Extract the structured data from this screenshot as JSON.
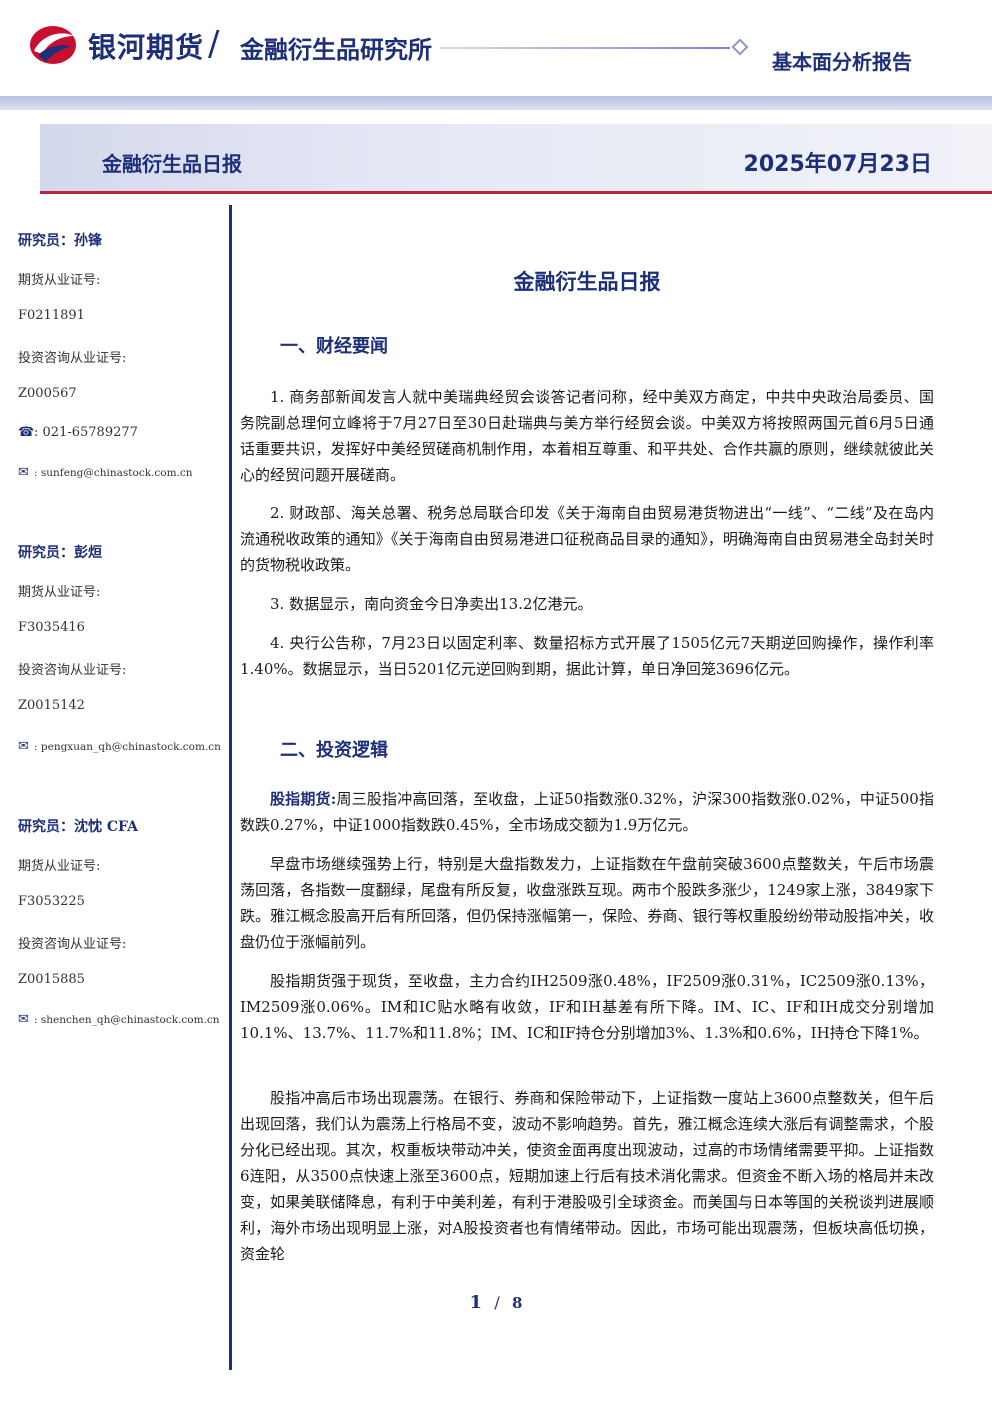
{
  "header": {
    "brand": "银河期货",
    "slash": "/",
    "institute": "金融衍生品研究所",
    "report_type": "基本面分析报告"
  },
  "banner": {
    "title": "金融衍生品日报",
    "date": "2025年07月23日"
  },
  "analysts": [
    {
      "name_label": "研究员：孙锋",
      "futures_cert_label": "期货从业证号:",
      "futures_cert": "F0211891",
      "invest_cert_label": "投资咨询从业证号:",
      "invest_cert": "Z000567",
      "phone_prefix": ":",
      "phone": "021-65789277",
      "email_prefix": ":",
      "email": "sunfeng@chinastock.com.cn"
    },
    {
      "name_label": "研究员：彭烜",
      "futures_cert_label": "期货从业证号:",
      "futures_cert": "F3035416",
      "invest_cert_label": "投资咨询从业证号:",
      "invest_cert": "Z0015142",
      "email_prefix": ":",
      "email": "pengxuan_qh@chinastock.com.cn"
    },
    {
      "name_label": "研究员：沈忱 CFA",
      "futures_cert_label": "期货从业证号:",
      "futures_cert": "F3053225",
      "invest_cert_label": "投资咨询从业证号:",
      "invest_cert": "Z0015885",
      "email_prefix": ":",
      "email": "shenchen_qh@chinastock.com.cn"
    }
  ],
  "main": {
    "title": "金融衍生品日报",
    "section1_heading": "一、财经要闻",
    "news": [
      "1. 商务部新闻发言人就中美瑞典经贸会谈答记者问称，经中美双方商定，中共中央政治局委员、国务院副总理何立峰将于7月27日至30日赴瑞典与美方举行经贸会谈。中美双方将按照两国元首6月5日通话重要共识，发挥好中美经贸磋商机制作用，本着相互尊重、和平共处、合作共赢的原则，继续就彼此关心的经贸问题开展磋商。",
      "2. 财政部、海关总署、税务总局联合印发《关于海南自由贸易港货物进出“一线”、“二线”及在岛内流通税收政策的通知》《关于海南自由贸易港进口征税商品目录的通知》，明确海南自由贸易港全岛封关时的货物税收政策。",
      "3. 数据显示，南向资金今日净卖出13.2亿港元。",
      "4. 央行公告称，7月23日以固定利率、数量招标方式开展了1505亿元7天期逆回购操作，操作利率1.40%。数据显示，当日5201亿元逆回购到期，据此计算，单日净回笼3696亿元。"
    ],
    "section2_heading": "二、投资逻辑",
    "logic_lead": "股指期货:",
    "logic_p1_rest": "周三股指冲高回落，至收盘，上证50指数涨0.32%，沪深300指数涨0.02%，中证500指数跌0.27%，中证1000指数跌0.45%，全市场成交额为1.9万亿元。",
    "logic_p2": "早盘市场继续强势上行，特别是大盘指数发力，上证指数在午盘前突破3600点整数关，午后市场震荡回落，各指数一度翻绿，尾盘有所反复，收盘涨跌互现。两市个股跌多涨少，1249家上涨，3849家下跌。雅江概念股高开后有所回落，但仍保持涨幅第一，保险、券商、银行等权重股纷纷带动股指冲关，收盘仍位于涨幅前列。",
    "logic_p3": "股指期货强于现货，至收盘，主力合约IH2509涨0.48%，IF2509涨0.31%，IC2509涨0.13%，IM2509涨0.06%。IM和IC贴水略有收敛，IF和IH基差有所下降。IM、IC、IF和IH成交分别增加10.1%、13.7%、11.7%和11.8%；IM、IC和IF持仓分别增加3%、1.3%和0.6%，IH持仓下降1%。",
    "logic_p4": "股指冲高后市场出现震荡。在银行、券商和保险带动下，上证指数一度站上3600点整数关，但午后出现回落，我们认为震荡上行格局不变，波动不影响趋势。首先，雅江概念连续大涨后有调整需求，个股分化已经出现。其次，权重板块带动冲关，使资金面再度出现波动，过高的市场情绪需要平抑。上证指数6连阳，从3500点快速上涨至3600点，短期加速上行后有技术消化需求。但资金不断入场的格局并未改变，如果美联储降息，有利于中美利差，有利于港股吸引全球资金。而美国与日本等国的关税谈判进展顺利，海外市场出现明显上涨，对A股投资者也有情绪带动。因此，市场可能出现震荡，但板块高低切换，资金轮"
  },
  "footer": {
    "page": "1",
    "separator": "/",
    "total": "8"
  }
}
